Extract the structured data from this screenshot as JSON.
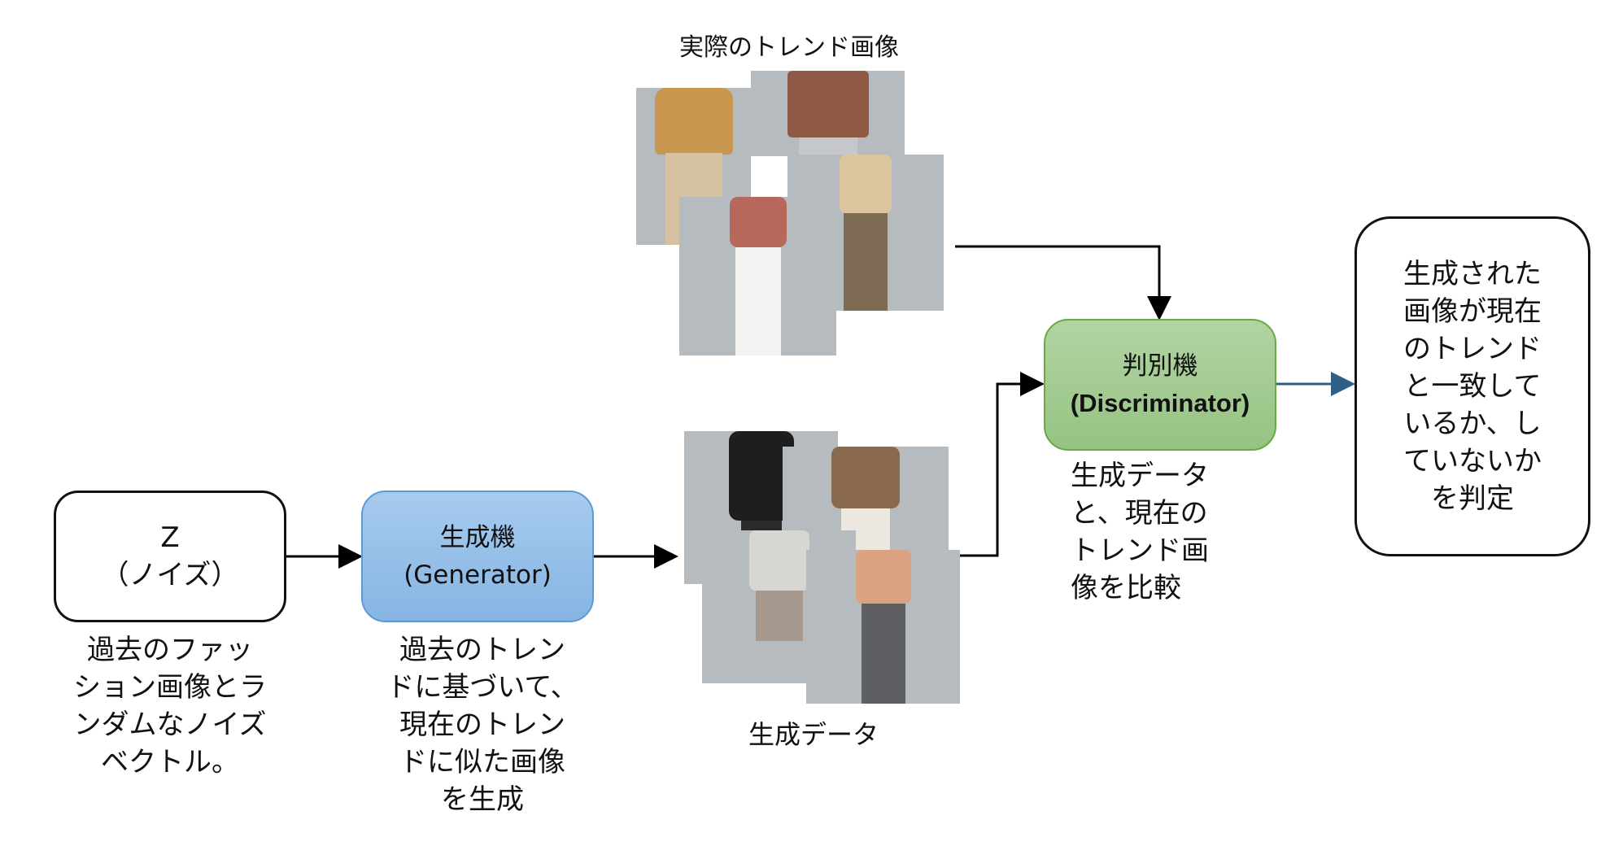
{
  "diagram": {
    "title": "GAN fashion trend generation flow",
    "nodes": {
      "noise": {
        "line1": "Z",
        "line2": "（ノイズ）"
      },
      "generator": {
        "line1": "生成機",
        "line2": "(Generator)"
      },
      "discriminator": {
        "line1": "判別機",
        "line2": "(Discriminator)"
      },
      "result": {
        "lines": [
          "生成された",
          "画像が現在",
          "のトレンド",
          "と一致して",
          "いるか、し",
          "ていないか",
          "を判定"
        ]
      }
    },
    "captions": {
      "noise": [
        "過去のファッ",
        "ション画像とラ",
        "ンダムなノイズ",
        "ベクトル。"
      ],
      "generator": [
        "過去のトレン",
        "ドに基づいて、",
        "現在のトレン",
        "ドに似た画像",
        "を生成"
      ],
      "discriminator": [
        "生成データ",
        "と、現在の",
        "トレンド画",
        "像を比較"
      ],
      "real_images": "実際のトレンド画像",
      "generated_images": "生成データ"
    },
    "images": {
      "real": [
        {
          "name": "yellow-leather-jacket",
          "top": "#c8964e",
          "bottom": "#d6c2a0"
        },
        {
          "name": "brown-bomber-jacket",
          "top": "#8e5a45",
          "bottom": "#c5c7cb"
        },
        {
          "name": "sleeveless-beige-top",
          "top": "#dcc59e",
          "bottom": "#7d6a52"
        },
        {
          "name": "patterned-pink-shirt",
          "top": "#b7685a",
          "bottom": "#f2f2f0"
        }
      ],
      "generated": [
        {
          "name": "black-striped-suit",
          "top": "#1e1e1e",
          "bottom": "#2a2a2a"
        },
        {
          "name": "sequin-bronze-shirt",
          "top": "#8a6a4e",
          "bottom": "#ece8e0"
        },
        {
          "name": "white-shirt-patterned-shorts",
          "top": "#d8d6d2",
          "bottom": "#a8998e"
        },
        {
          "name": "peach-shirt-grey-trousers",
          "top": "#dba382",
          "bottom": "#5d5f63"
        }
      ]
    },
    "colors": {
      "generator_fill": "#9dc3e6",
      "generator_border": "#5b9bd5",
      "discriminator_fill": "#a9d18e",
      "discriminator_border": "#70ad47",
      "result_arrow": "#2e5f86",
      "photo_background": "#b6bbbf"
    }
  }
}
